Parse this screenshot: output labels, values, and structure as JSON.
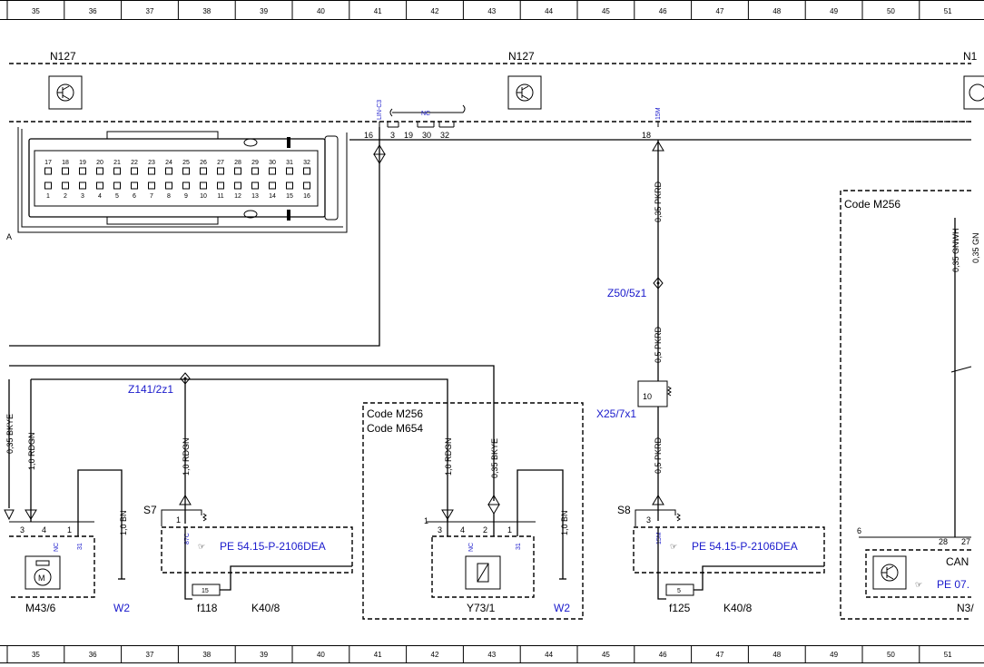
{
  "grid_columns": [
    "35",
    "36",
    "37",
    "38",
    "39",
    "40",
    "41",
    "42",
    "43",
    "44",
    "45",
    "46",
    "47",
    "48",
    "49",
    "50",
    "51"
  ],
  "components": {
    "n127_left": "N127",
    "n127_mid": "N127",
    "n127_right": "N1",
    "m43_6": "M43/6",
    "f118": "f118",
    "k40_8_left": "K40/8",
    "y73_1": "Y73/1",
    "f125": "f125",
    "k40_8_right": "K40/8",
    "n3": "N3/",
    "w2_left": "W2",
    "w2_right": "W2"
  },
  "connector": {
    "top_pins": [
      "17",
      "18",
      "19",
      "20",
      "21",
      "22",
      "23",
      "24",
      "25",
      "26",
      "27",
      "28",
      "29",
      "30",
      "31",
      "32"
    ],
    "bottom_pins": [
      "1",
      "2",
      "3",
      "4",
      "5",
      "6",
      "7",
      "8",
      "9",
      "10",
      "11",
      "12",
      "13",
      "14",
      "15",
      "16"
    ]
  },
  "bus_labels": {
    "lin_c3": "LIN-C3",
    "nc": "NC",
    "m15": "15M",
    "pin16": "16",
    "pin3": "3",
    "pin19": "19",
    "pin30": "30",
    "pin32": "32",
    "pin18": "18"
  },
  "wires": {
    "w_035_pkrd": "0,35 PKRD",
    "w_05_pkrd_a": "0,5 PKRD",
    "w_05_pkrd_b": "0,5 PKRD",
    "w_035_gnwh": "0,35 GNWH",
    "w_035_gn": "0,35 GN",
    "w_035_bkye_left": "0,35 BKYE",
    "w_10_rdgn_a": "1,0 RDGN",
    "w_10_rdgn_b": "1,0 RDGN",
    "w_10_rdgn_c": "1,0 RDGN",
    "w_035_bkye": "0,35 BKYE",
    "w_10_bn_left": "1,0 BN",
    "w_10_bn_right": "1,0 BN"
  },
  "splices": {
    "z50": "Z50/5z1",
    "z141": "Z141/2z1",
    "x25": "X25/7x1",
    "x25_pin": "10"
  },
  "codes": {
    "code_m256_a": "Code M256",
    "code_m654": "Code M654",
    "code_m256_b": "Code M256"
  },
  "relay_left": {
    "s7": "S7",
    "pin1": "1",
    "pin87c": "87C",
    "ref": "PE 54.15-P-2106DEA",
    "fuse": "15"
  },
  "relay_right": {
    "s8": "S8",
    "pin3": "3",
    "pin15m": "15M",
    "ref": "PE 54.15-P-2106DEA",
    "fuse": "5"
  },
  "m43_pins": {
    "p3": "3",
    "p4": "4",
    "p1": "1",
    "nc": "NC",
    "p31": "31"
  },
  "y73_pins": {
    "lead": "1",
    "p3": "3",
    "p4": "4",
    "p2": "2",
    "p1": "1",
    "nc": "NC",
    "p31": "31"
  },
  "n3_box": {
    "pin6": "6",
    "pin28": "28",
    "pin27": "27",
    "can": "CAN",
    "ref": "PE 07."
  },
  "misc": {
    "edge_a": "A"
  },
  "colors": {
    "line": "#000000",
    "link_blue": "#1a1acc",
    "background": "#ffffff"
  }
}
